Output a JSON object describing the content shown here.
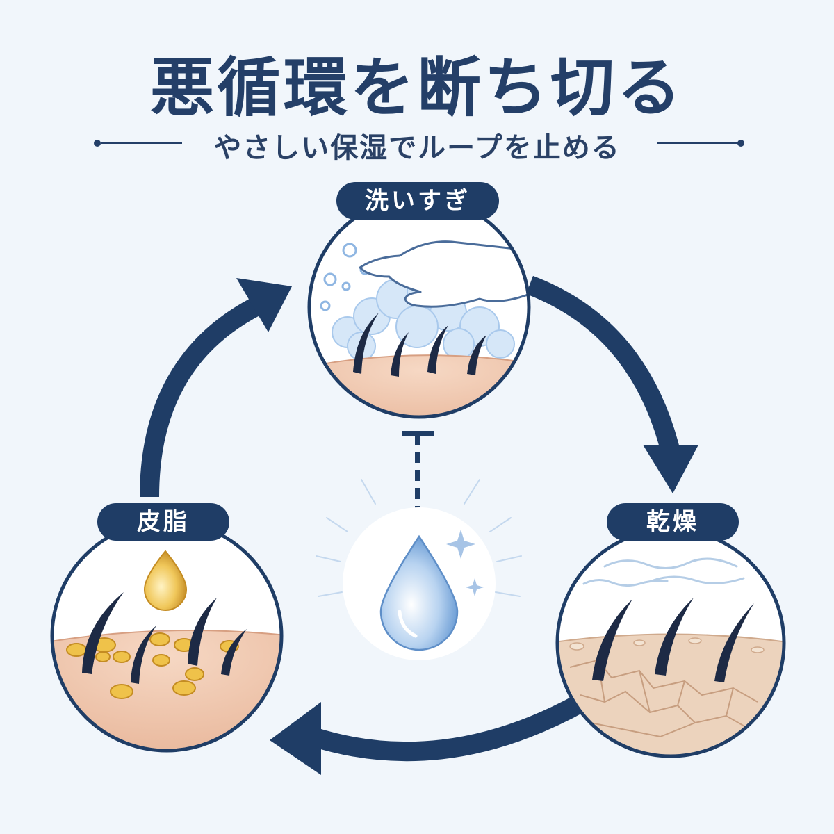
{
  "title": "悪循環を断ち切る",
  "subtitle": "やさしい保湿でループを止める",
  "nodes": {
    "washing": {
      "label": "洗いすぎ"
    },
    "dryness": {
      "label": "乾燥"
    },
    "sebum": {
      "label": "皮脂"
    }
  },
  "colors": {
    "navy": "#1f3d66",
    "background": "#f1f6fb",
    "skin": "#f0cbb3",
    "oil": "#e9b73d",
    "water": "#8fb8e6"
  },
  "icons": [
    "hand-icon",
    "foam-icon",
    "hair-icon",
    "skin-icon",
    "oil-drop-icon",
    "water-drop-icon",
    "sparkle-icon",
    "cycle-arrow-icon",
    "dry-air-icon"
  ]
}
